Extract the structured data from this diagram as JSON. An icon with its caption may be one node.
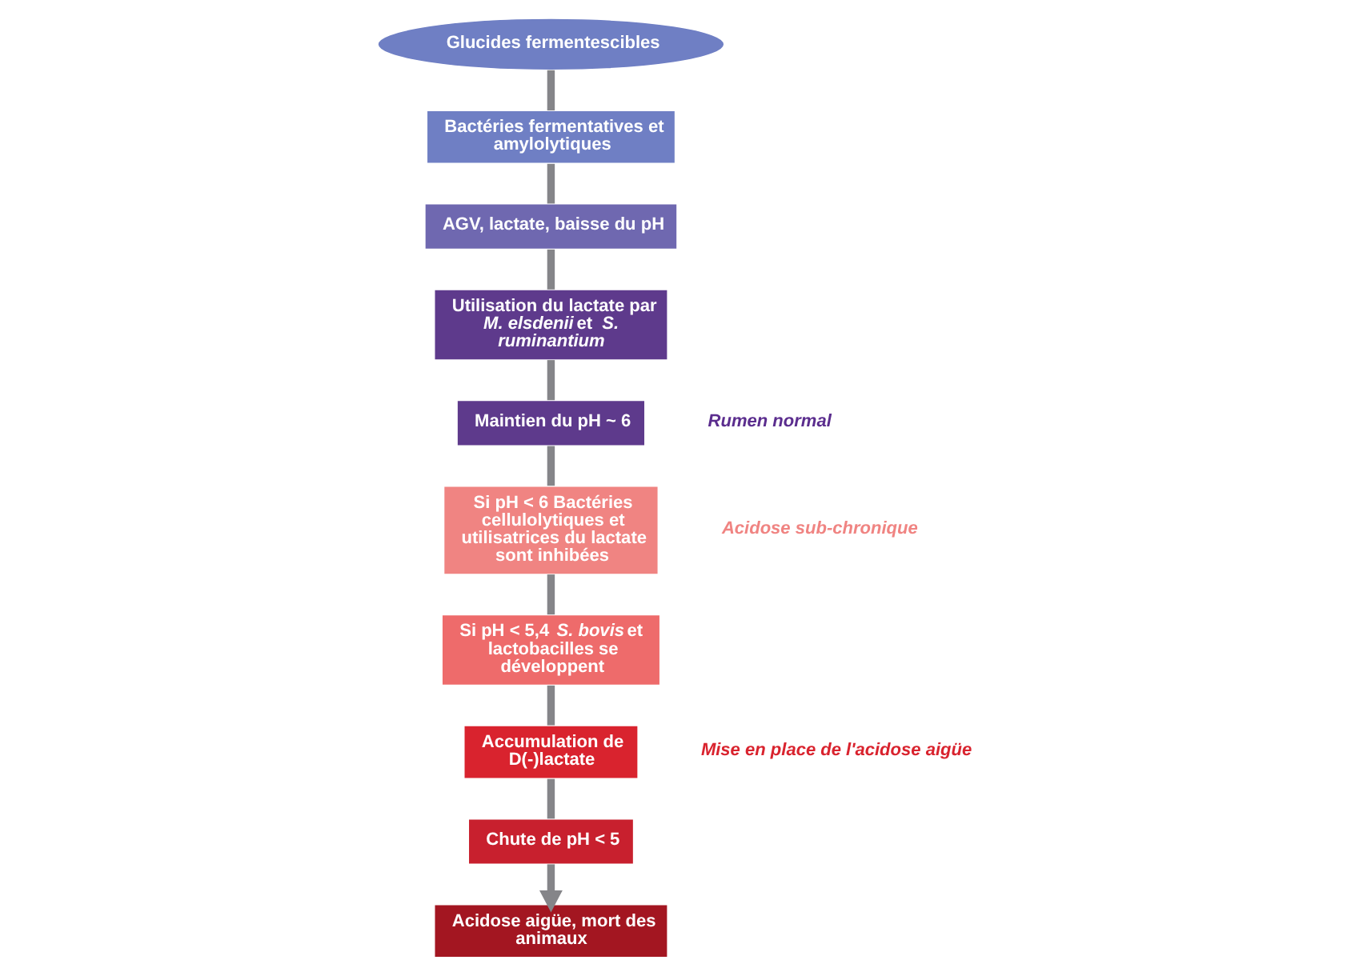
{
  "diagram": {
    "nodes": [
      {
        "text": [
          "Acidose aigüe, mort des animaux"
        ]
      },
      {
        "text": [
          "Utilisation du lactate par *M. elsdenii* et *S. ruminantium*"
        ]
      },
      {
        "text": [
          "Maintien du pH ~ 6"
        ]
      },
      {
        "text": [
          "AGV, lactate, baisse du pH"
        ]
      },
      {
        "text": [
          "Glucides fermentescibles"
        ]
      },
      {
        "text": [
          "Chute de pH < 5"
        ]
      },
      {
        "text": [
          "Bactéries fermentatives et amylolytiques"
        ]
      },
      {
        "text": [
          "Si pH < 6 Bactéries cellulolytiques et utilisatrices du lactate sont inhibées"
        ]
      },
      {
        "text": [
          "Accumulation de D(-)lactate"
        ]
      },
      {
        "text": [
          "Si pH < 5,4 *S. bovis* et lactobacilles se développent"
        ]
      }
    ],
    "edges": [
      {
        "from": 4,
        "to": 6,
        "arrow": "none"
      },
      {
        "from": 6,
        "to": 3,
        "arrow": "none"
      },
      {
        "from": 3,
        "to": 1,
        "arrow": "none"
      },
      {
        "from": 1,
        "to": 2,
        "arrow": "none"
      },
      {
        "from": 2,
        "to": 7,
        "arrow": "none"
      },
      {
        "from": 7,
        "to": 9,
        "arrow": "none"
      },
      {
        "from": 9,
        "to": 8,
        "arrow": "none"
      },
      {
        "from": 8,
        "to": 5,
        "arrow": "none"
      },
      {
        "from": 5,
        "to": 0,
        "arrow": "to"
      }
    ],
    "labels": [
      "Rumen normal",
      "Acidose sub-chronique",
      "Mise en place de l'acidose aigüe"
    ]
  }
}
